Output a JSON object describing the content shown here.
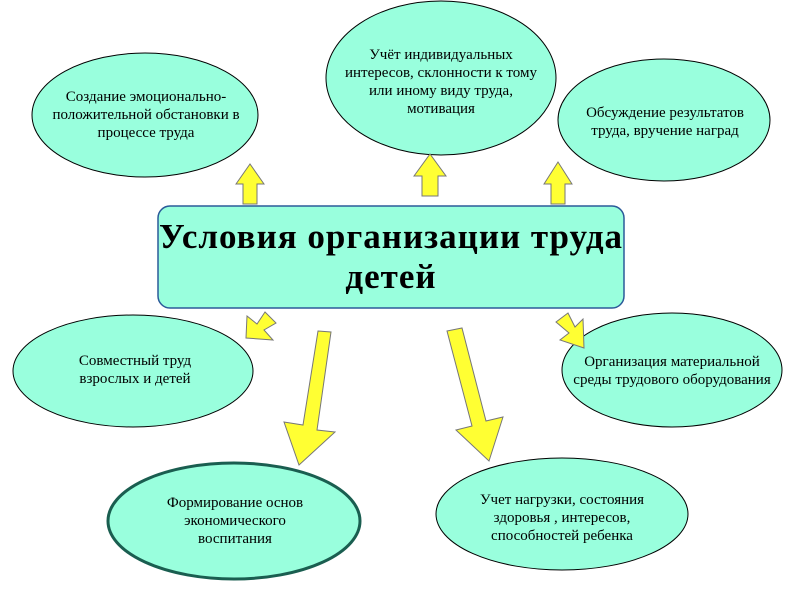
{
  "center": {
    "title": "Условия организации труда детей"
  },
  "nodes": {
    "emotional": "Создание эмоционально-положительной обстановки в процессе труда",
    "interests": "Учёт индивидуальных интересов, склонности к тому или иному виду труда, мотивация",
    "discussion": "Обсуждение результатов труда, вручение наград",
    "joint": "Совместный труд взрослых и детей",
    "material": "Организация материальной среды трудового оборудования",
    "economic": "Формирование основ экономического воспитания",
    "load": "Учет нагрузки, состояния здоровья , интересов, способностей ребенка"
  },
  "colors": {
    "node_fill": "#99ffdd",
    "arrow_fill": "#ffff33",
    "stroke": "#000000"
  }
}
